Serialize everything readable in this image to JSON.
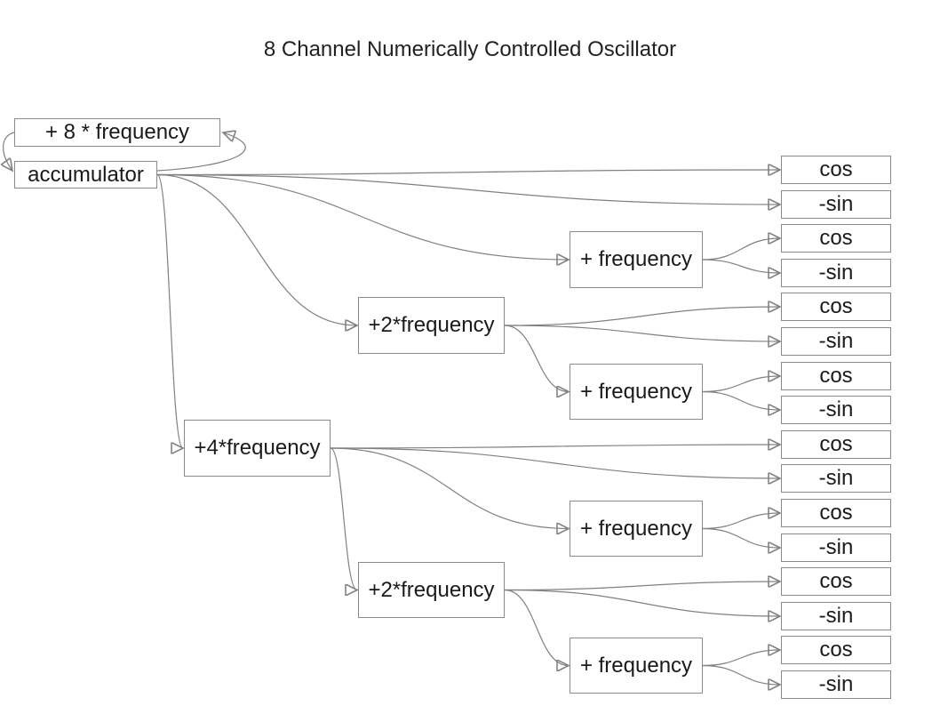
{
  "title": "8 Channel Numerically Controlled Oscillator",
  "nodes": {
    "feedback": "+ 8 * frequency",
    "acc": "accumulator",
    "f4": "+4*frequency",
    "f2a": "+2*frequency",
    "f2b": "+2*frequency",
    "f1a": "+ frequency",
    "f1b": "+ frequency",
    "f1c": "+ frequency",
    "f1d": "+ frequency",
    "cos0": "cos",
    "sin0": "-sin",
    "cos1": "cos",
    "sin1": "-sin",
    "cos2": "cos",
    "sin2": "-sin",
    "cos3": "cos",
    "sin3": "-sin",
    "cos4": "cos",
    "sin4": "-sin",
    "cos5": "cos",
    "sin5": "-sin",
    "cos6": "cos",
    "sin6": "-sin",
    "cos7": "cos",
    "sin7": "-sin"
  },
  "edges": [
    [
      "feedback",
      "acc"
    ],
    [
      "acc",
      "feedback"
    ],
    [
      "acc",
      "cos0"
    ],
    [
      "acc",
      "sin0"
    ],
    [
      "acc",
      "f1a"
    ],
    [
      "acc",
      "f2a"
    ],
    [
      "acc",
      "f4"
    ],
    [
      "f1a",
      "cos1"
    ],
    [
      "f1a",
      "sin1"
    ],
    [
      "f2a",
      "cos2"
    ],
    [
      "f2a",
      "sin2"
    ],
    [
      "f2a",
      "f1b"
    ],
    [
      "f1b",
      "cos3"
    ],
    [
      "f1b",
      "sin3"
    ],
    [
      "f4",
      "cos4"
    ],
    [
      "f4",
      "sin4"
    ],
    [
      "f4",
      "f1c"
    ],
    [
      "f4",
      "f2b"
    ],
    [
      "f1c",
      "cos5"
    ],
    [
      "f1c",
      "sin5"
    ],
    [
      "f2b",
      "cos6"
    ],
    [
      "f2b",
      "sin6"
    ],
    [
      "f2b",
      "f1d"
    ],
    [
      "f1d",
      "cos7"
    ],
    [
      "f1d",
      "sin7"
    ]
  ]
}
